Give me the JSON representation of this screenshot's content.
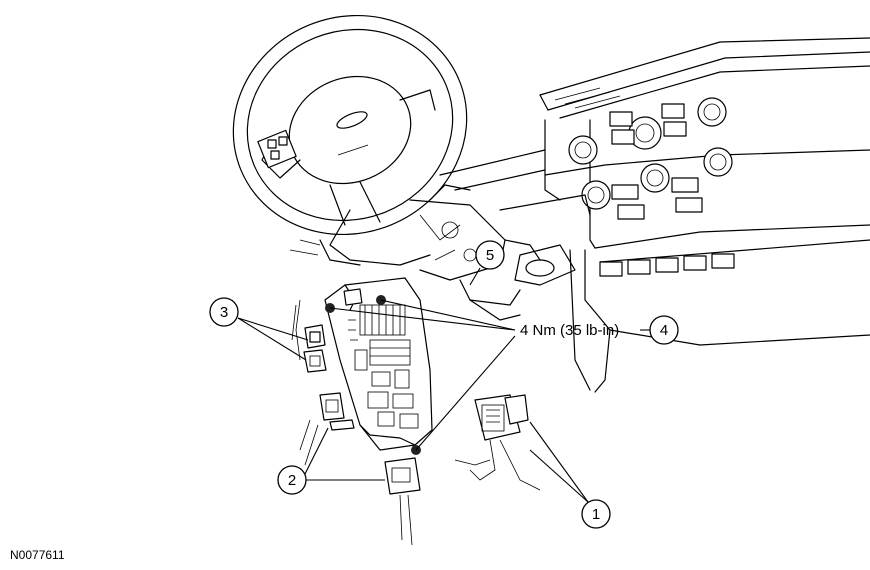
{
  "figure_code": "N0077611",
  "torque_spec": "4 Nm (35 lb-in)",
  "callouts": [
    {
      "id": "callout-1",
      "label": "1"
    },
    {
      "id": "callout-2",
      "label": "2"
    },
    {
      "id": "callout-3",
      "label": "3"
    },
    {
      "id": "callout-4",
      "label": "4"
    },
    {
      "id": "callout-5",
      "label": "5"
    }
  ]
}
